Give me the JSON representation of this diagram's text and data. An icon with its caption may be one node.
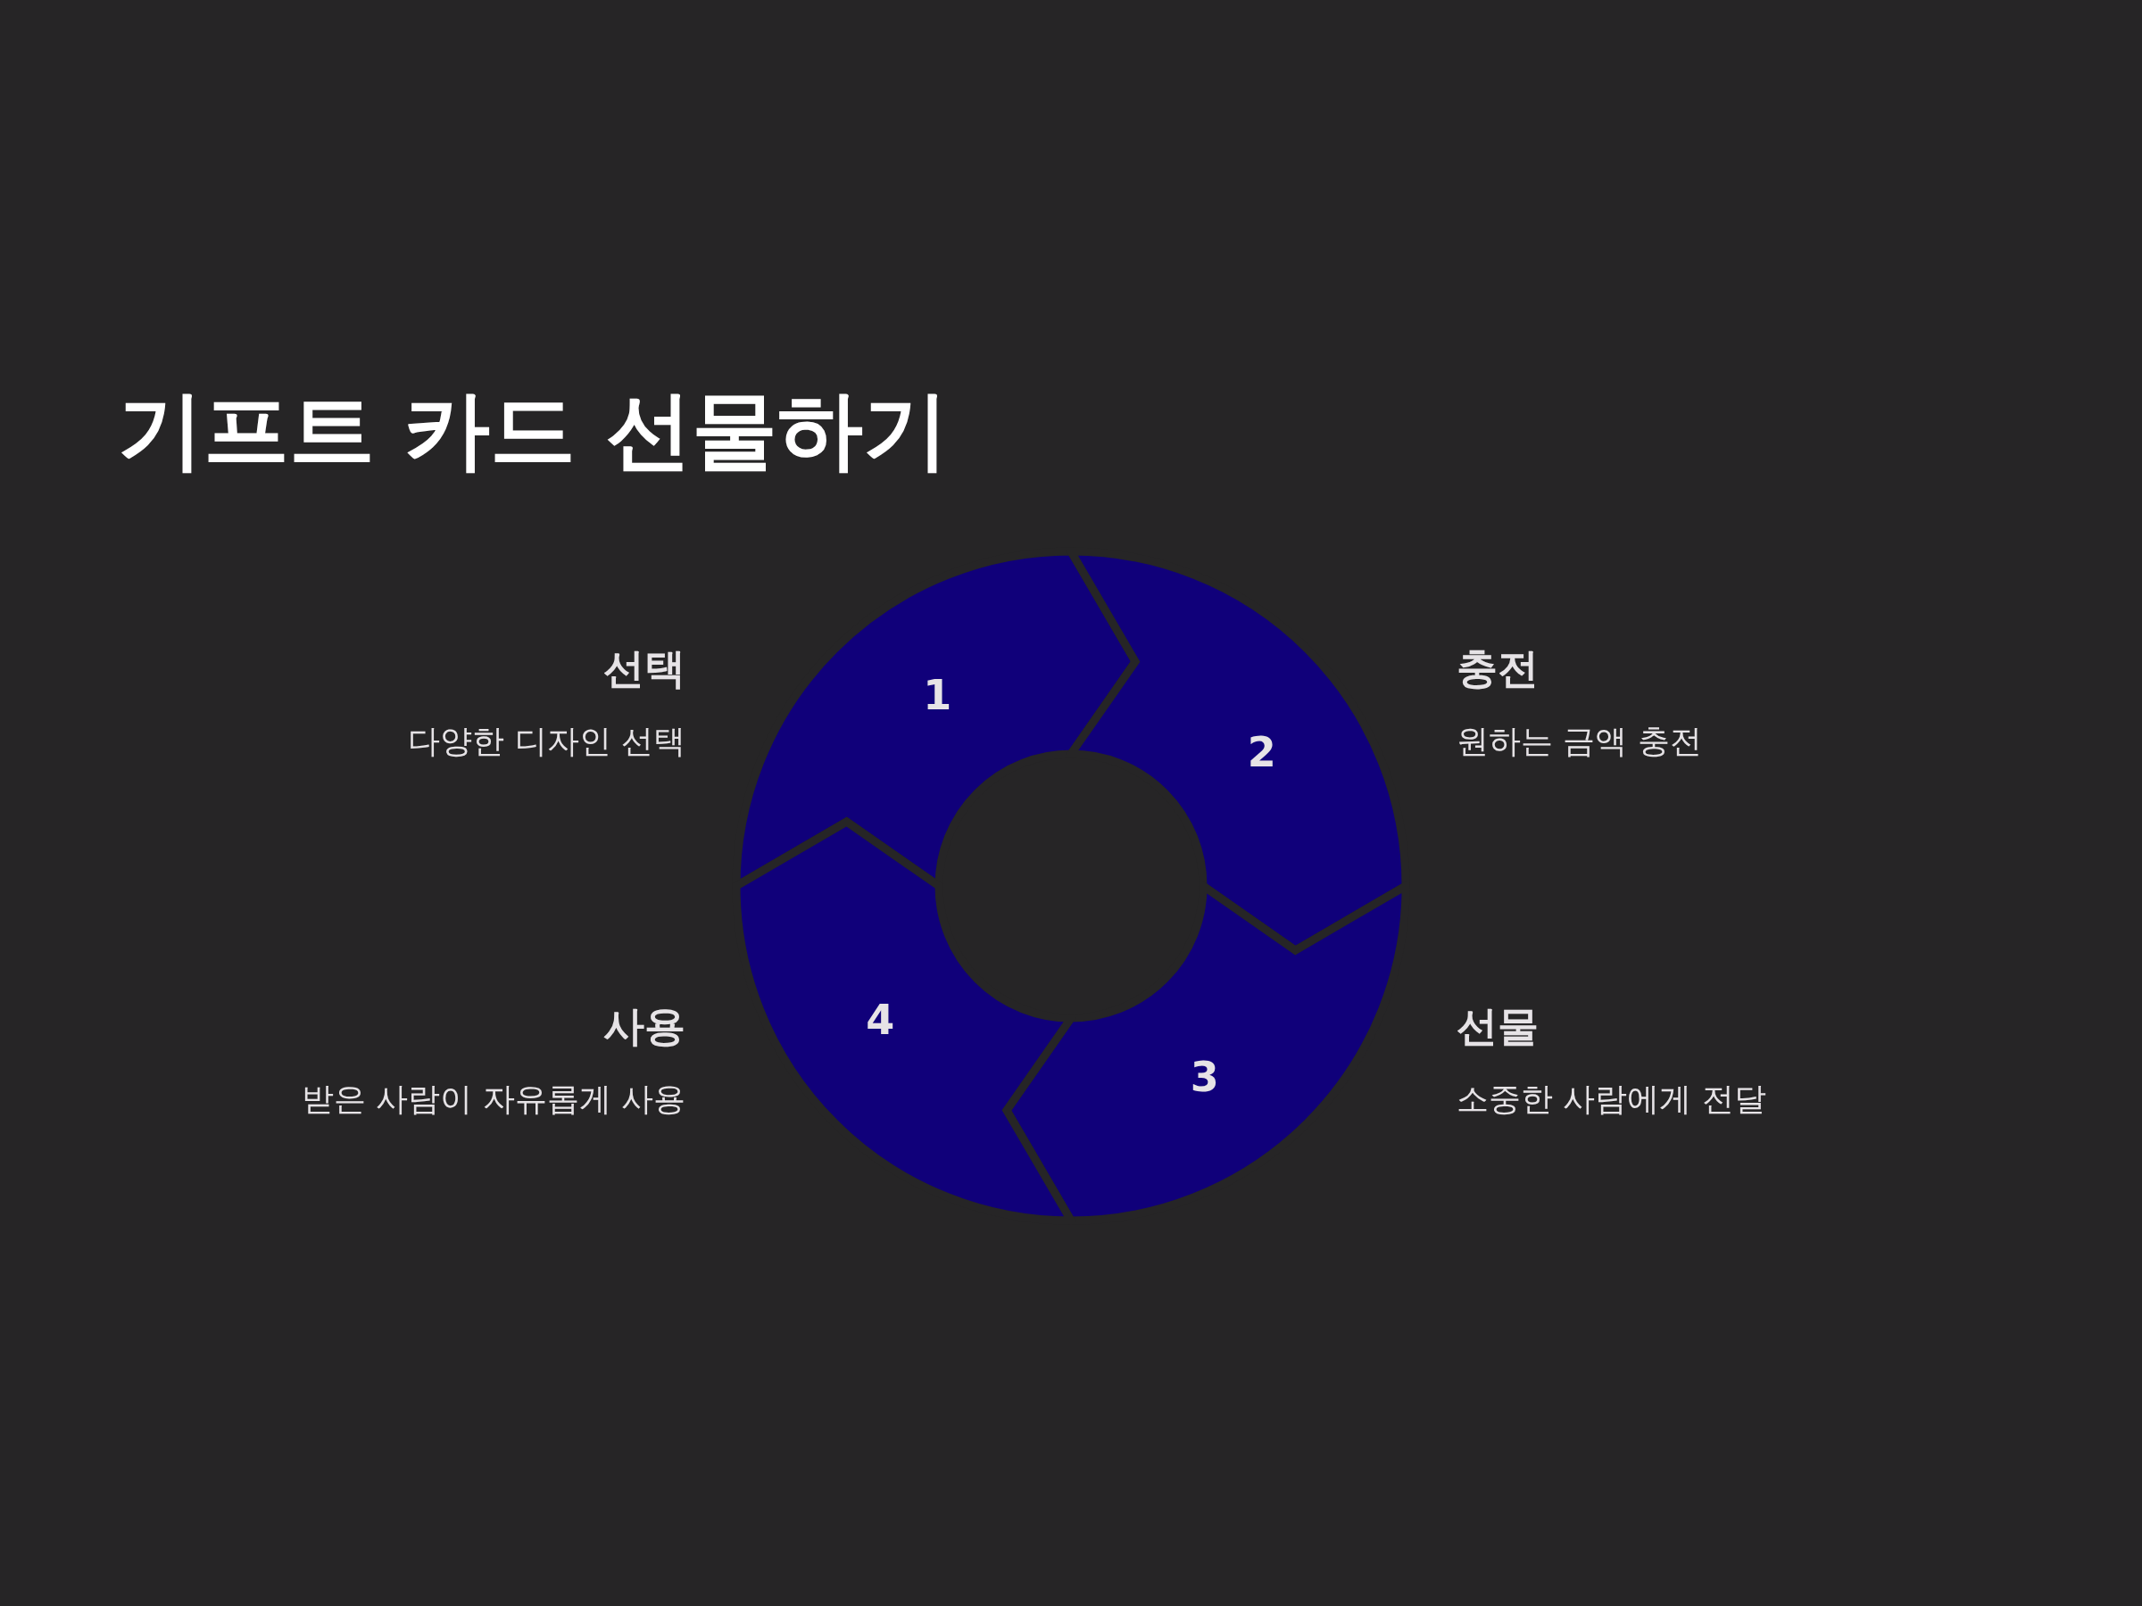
{
  "diagram": {
    "title": "기프트 카드 선물하기",
    "nodes": [
      {
        "text": [
          "1"
        ],
        "beside": [
          "선택",
          "다양한 디자인 선택"
        ]
      },
      {
        "text": [
          "2"
        ],
        "beside": [
          "충전",
          "원하는 금액 충전"
        ]
      },
      {
        "text": [
          "3"
        ],
        "beside": [
          "선물",
          "소중한 사람에게 전달"
        ]
      },
      {
        "text": [
          "4"
        ],
        "beside": [
          "사용",
          "받은 사람이 자유롭게 사용"
        ]
      }
    ]
  }
}
